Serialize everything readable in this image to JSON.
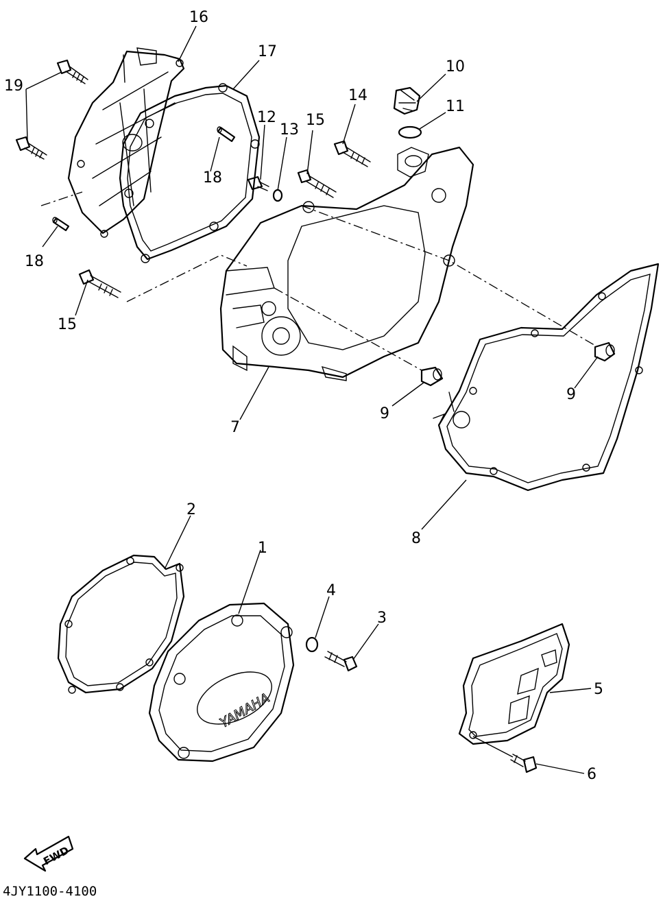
{
  "callouts": {
    "c1": "1",
    "c2": "2",
    "c3": "3",
    "c4": "4",
    "c5": "5",
    "c6": "6",
    "c7": "7",
    "c8": "8",
    "c9a": "9",
    "c9b": "9",
    "c10": "10",
    "c11": "11",
    "c12": "12",
    "c13": "13",
    "c14": "14",
    "c15a": "15",
    "c15b": "15",
    "c16": "16",
    "c17": "17",
    "c18a": "18",
    "c18b": "18",
    "c19": "19"
  },
  "cover_brand": "YAMAHA",
  "direction_label": "FWD",
  "diagram_code": "4JY1100-4100"
}
